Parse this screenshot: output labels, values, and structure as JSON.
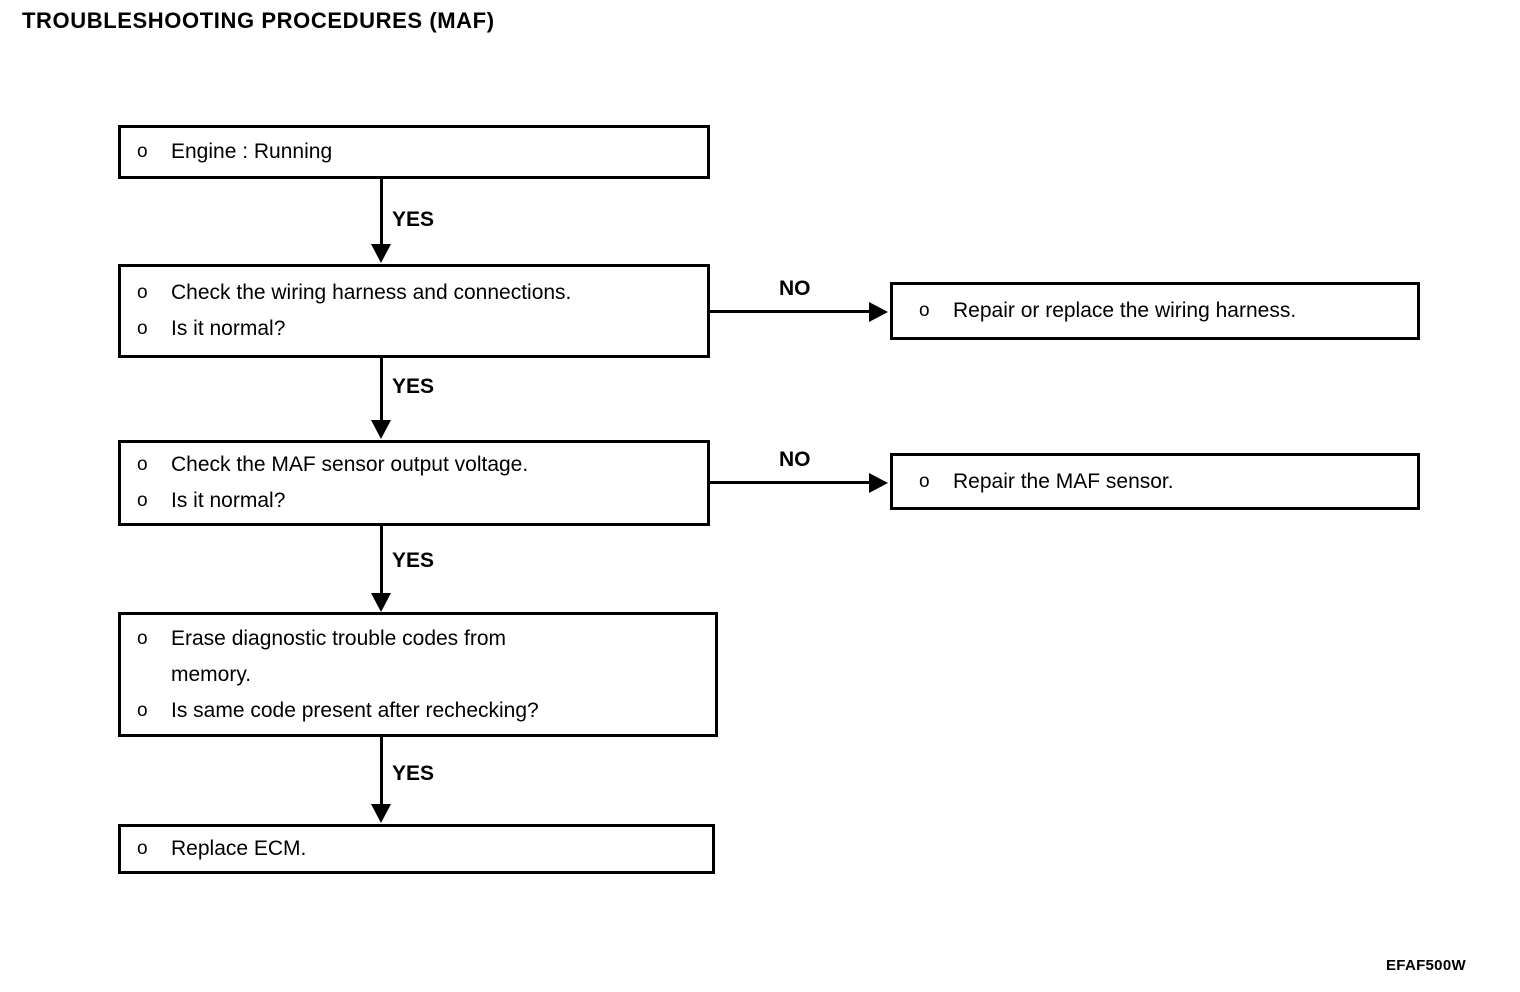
{
  "document": {
    "title": "TROUBLESHOOTING PROCEDURES (MAF)",
    "figure_code": "EFAF500W"
  },
  "flowchart": {
    "type": "flowchart",
    "bullet_marker": "o",
    "nodes": [
      {
        "id": "start",
        "lines": [
          "Engine : Running"
        ]
      },
      {
        "id": "check-harness",
        "lines": [
          "Check the wiring harness and connections.",
          "Is it normal?"
        ]
      },
      {
        "id": "repair-harness",
        "lines": [
          "Repair or replace the wiring harness."
        ]
      },
      {
        "id": "check-maf-voltage",
        "lines": [
          "Check the MAF sensor output voltage.",
          "Is it normal?"
        ]
      },
      {
        "id": "repair-maf",
        "lines": [
          "Repair the MAF sensor."
        ]
      },
      {
        "id": "erase-codes",
        "lines": [
          "Erase diagnostic trouble codes from",
          "memory.",
          "Is same code present after rechecking?"
        ]
      },
      {
        "id": "replace-ecm",
        "lines": [
          "Replace ECM."
        ]
      }
    ],
    "edges": [
      {
        "id": "e1",
        "from": "start",
        "to": "check-harness",
        "label": "YES"
      },
      {
        "id": "e2",
        "from": "check-harness",
        "to": "repair-harness",
        "label": "NO"
      },
      {
        "id": "e3",
        "from": "check-harness",
        "to": "check-maf-voltage",
        "label": "YES"
      },
      {
        "id": "e4",
        "from": "check-maf-voltage",
        "to": "repair-maf",
        "label": "NO"
      },
      {
        "id": "e5",
        "from": "check-maf-voltage",
        "to": "erase-codes",
        "label": "YES"
      },
      {
        "id": "e6",
        "from": "erase-codes",
        "to": "replace-ecm",
        "label": "YES"
      }
    ]
  },
  "colors": {
    "ink": "#000000",
    "paper": "#ffffff"
  }
}
